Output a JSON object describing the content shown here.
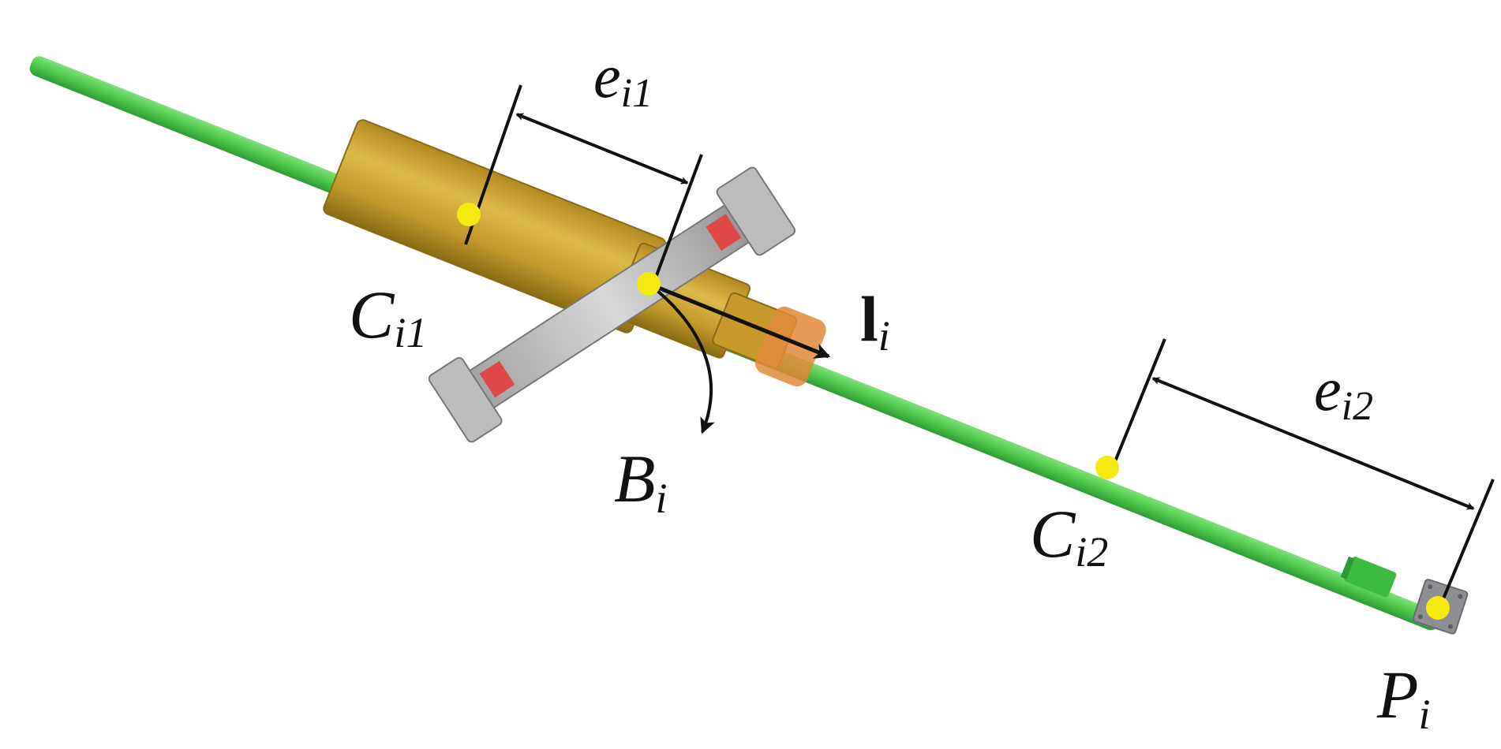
{
  "colors": {
    "rod": "#4fc94a",
    "rod_dark": "#2f9a34",
    "cylinder": "#c9a030",
    "cylinder_dark": "#9a7a1c",
    "ring": "#b9b9b9",
    "ring_dark": "#8a8a8a",
    "pad": "#e04848",
    "dot": "#f4ea10",
    "ink": "#111111"
  },
  "labels": {
    "e1": {
      "main": "e",
      "sub": "i1"
    },
    "e2": {
      "main": "e",
      "sub": "i2"
    },
    "c1": {
      "main": "C",
      "sub": "i1"
    },
    "c2": {
      "main": "C",
      "sub": "i2"
    },
    "l": {
      "main": "l",
      "sub": "i"
    },
    "b": {
      "main": "B",
      "sub": "i"
    },
    "p": {
      "main": "P",
      "sub": "i"
    }
  },
  "icons": {
    "point": "yellow-dot",
    "arrow": "double-headed-arrow"
  }
}
